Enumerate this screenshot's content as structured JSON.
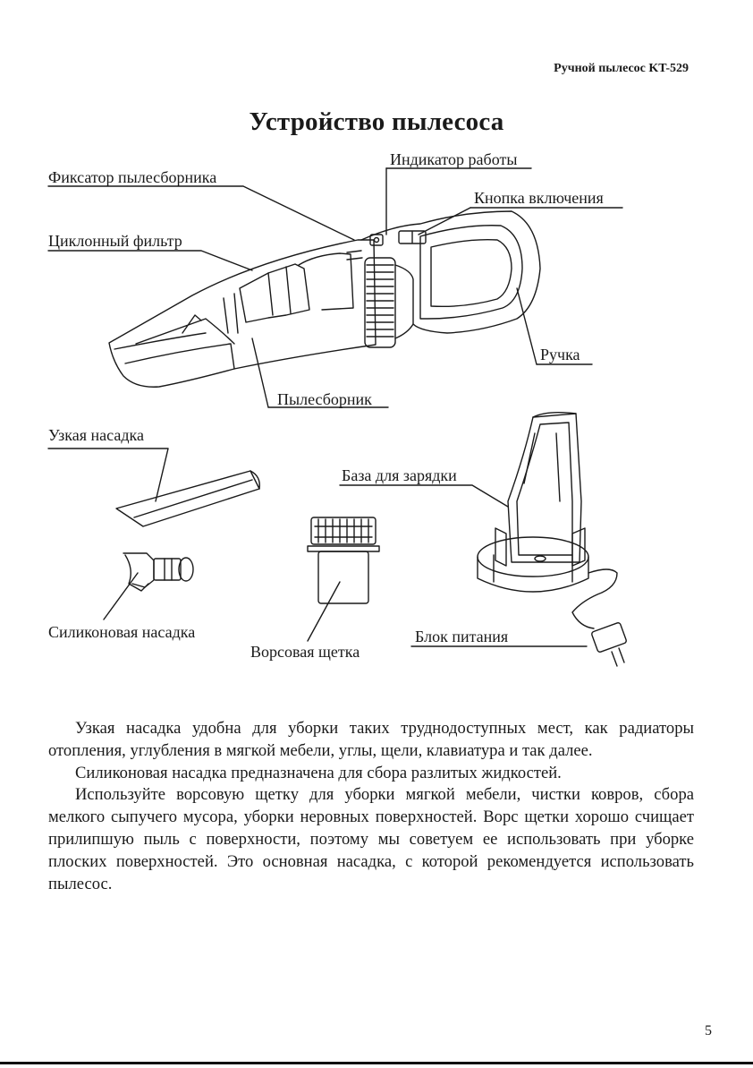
{
  "header": {
    "running_title": "Ручной пылесос KT-529"
  },
  "title": "Устройство пылесоса",
  "labels": {
    "fixator": "Фиксатор пылесборника",
    "indicator": "Индикатор работы",
    "power_button": "Кнопка включения",
    "cyclone_filter": "Циклонный фильтр",
    "handle": "Ручка",
    "dust_container": "Пылесборник",
    "narrow_nozzle": "Узкая насадка",
    "charging_base": "База для зарядки",
    "silicone_nozzle": "Силиконовая насадка",
    "bristle_brush": "Ворсовая щетка",
    "power_unit": "Блок питания"
  },
  "body": {
    "p1": "Узкая насадка удобна для уборки таких труднодоступных мест, как радиаторы отопления, углубления в мягкой мебели, углы, щели, клавиатура и так далее.",
    "p2": "Силиконовая насадка предназначена для сбора разлитых жидкостей.",
    "p3": "Используйте ворсовую щетку для уборки мягкой мебели, чистки ковров, сбора мелкого сыпучего мусора, уборки неровных поверхностей. Ворс щетки хорошо счищает прилипшую пыль с поверхности, поэтому мы советуем ее использовать при уборке плоских поверхностей. Это основная насадка, с которой рекомендуется использовать пылесос."
  },
  "page_number": "5"
}
